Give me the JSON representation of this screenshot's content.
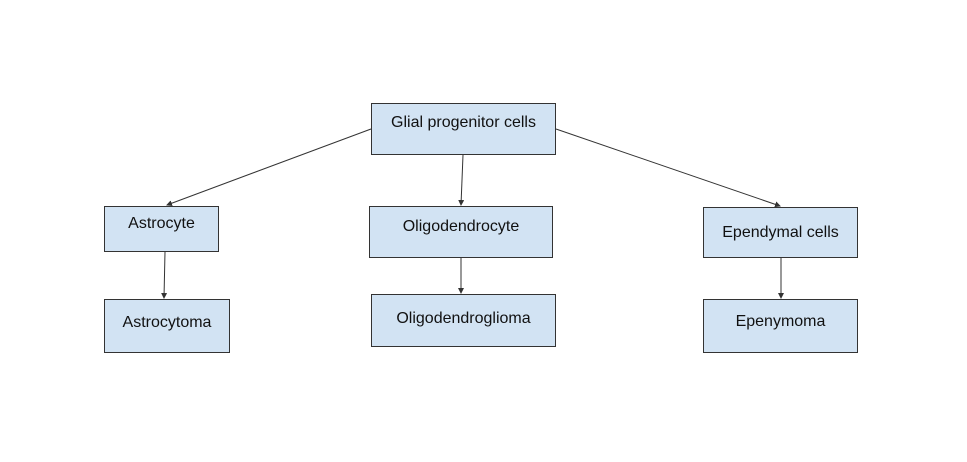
{
  "nodes": {
    "root": "Glial progenitor cells",
    "astrocyte": "Astrocyte",
    "oligodendrocyte": "Oligodendrocyte",
    "ependymal": "Ependymal cells",
    "astrocytoma": "Astrocytoma",
    "oligodendroglioma": "Oligodendroglioma",
    "ependymoma": "Epenymoma"
  },
  "colors": {
    "node_fill": "#d2e3f3",
    "node_border": "#333333",
    "arrow": "#333333"
  }
}
